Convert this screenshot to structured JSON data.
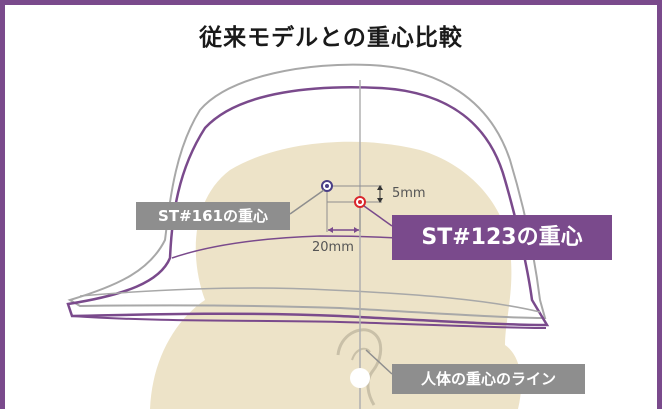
{
  "title": "従来モデルとの重心比較",
  "labels": {
    "old_cog": "ST#161の重心",
    "new_cog": "ST#123の重心",
    "human_cog_line": "人体の重心のライン"
  },
  "dimensions": {
    "vertical_offset": "5mm",
    "horizontal_offset": "20mm"
  },
  "colors": {
    "frame": "#7a4a8c",
    "helmet_new": "#7a4a8c",
    "helmet_old": "#a8a8a8",
    "head_silhouette": "#ede3c8",
    "new_cog_marker": "#d9262c",
    "old_cog_marker": "#4b3f86",
    "label_gray": "#8e8e8e",
    "label_purple": "#7a4a8c"
  }
}
